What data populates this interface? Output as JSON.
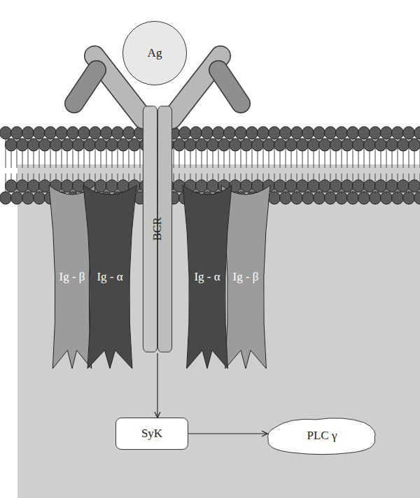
{
  "diagram": {
    "nodes": [
      {
        "text": [
          "Ag"
        ]
      },
      {
        "text": [
          "BCR"
        ]
      },
      {
        "text": [
          "Ig - β"
        ]
      },
      {
        "text": [
          "Ig - α"
        ]
      },
      {
        "text": [
          "Ig - α"
        ]
      },
      {
        "text": [
          "Ig - β"
        ]
      },
      {
        "text": [
          "SyK"
        ]
      },
      {
        "text": [
          "PLC γ"
        ]
      }
    ],
    "edges": [
      {
        "from": 1,
        "to": 6,
        "arrow": "to"
      },
      {
        "from": 6,
        "to": 7,
        "arrow": "to"
      }
    ]
  }
}
